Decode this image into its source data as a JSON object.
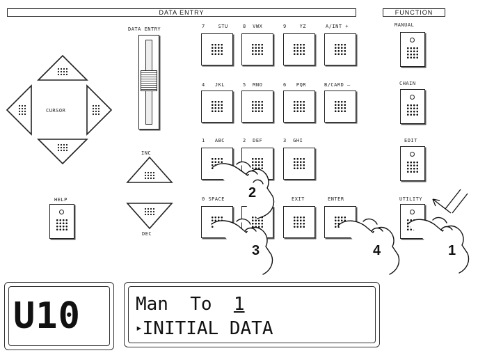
{
  "header": {
    "data_entry_label": "DATA ENTRY",
    "function_label": "FUNCTION"
  },
  "cursor": {
    "label": "CURSOR"
  },
  "slider": {
    "label": "DATA ENTRY"
  },
  "inc_dec": {
    "inc_label": "INC",
    "dec_label": "DEC"
  },
  "help": {
    "label": "HELP"
  },
  "keypad": {
    "row1": [
      {
        "num": "7",
        "letters": "STU"
      },
      {
        "num": "8",
        "letters": "VWX"
      },
      {
        "num": "9",
        "letters": "YZ"
      },
      {
        "num": "A/INT",
        "letters": "+"
      }
    ],
    "row2": [
      {
        "num": "4",
        "letters": "JKL"
      },
      {
        "num": "5",
        "letters": "MNO"
      },
      {
        "num": "6",
        "letters": "PQR"
      },
      {
        "num": "B/CARD",
        "letters": "–"
      }
    ],
    "row3": [
      {
        "num": "1",
        "letters": "ABC"
      },
      {
        "num": "2",
        "letters": "DEF"
      },
      {
        "num": "3",
        "letters": "GHI"
      }
    ],
    "row4": [
      {
        "num": "0",
        "letters": "SPACE"
      },
      {
        "num": "",
        "letters": ""
      },
      {
        "num": "EXIT",
        "letters": ""
      },
      {
        "num": "ENTER",
        "letters": ""
      }
    ]
  },
  "function_keys": [
    {
      "label": "MANUAL"
    },
    {
      "label": "CHAIN"
    },
    {
      "label": "EDIT"
    },
    {
      "label": "UTILITY"
    }
  ],
  "steps": {
    "s1": "1",
    "s2": "2",
    "s3": "3",
    "s4": "4"
  },
  "display": {
    "left": "U10",
    "line1_a": "Man",
    "line1_b": "To",
    "line1_c": "1",
    "line2_marker": "▸",
    "line2": "INITIAL DATA"
  }
}
